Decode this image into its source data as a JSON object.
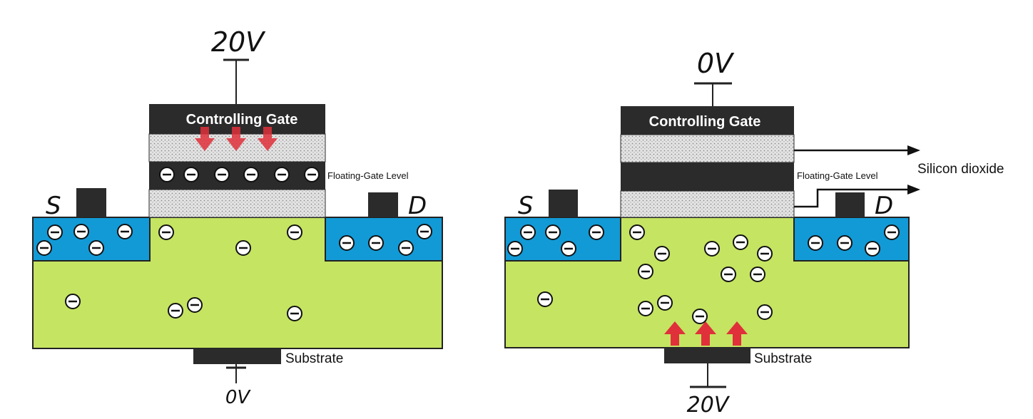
{
  "left_panel": {
    "top_voltage": "20V",
    "bottom_voltage": "0V",
    "gate_label": "Controlling Gate",
    "floating_gate_label": "Floating-Gate Level",
    "substrate_label": "Substrate",
    "source_label": "S",
    "drain_label": "D",
    "arrow_direction": "down",
    "arrow_color": "#e0303a"
  },
  "right_panel": {
    "top_voltage": "0V",
    "bottom_voltage": "20V",
    "gate_label": "Controlling Gate",
    "floating_gate_label": "Floating-Gate Level",
    "substrate_label": "Substrate",
    "silicon_dioxide_label": "Silicon dioxide",
    "source_label": "S",
    "drain_label": "D",
    "arrow_direction": "up",
    "arrow_color": "#e0303a"
  },
  "colors": {
    "substrate_green": "#c5e462",
    "doped_blue": "#129ad6",
    "gate_dark": "#2b2b2b",
    "oxide_grey": "#d6d6d6",
    "electron_fill": "#ffffff"
  },
  "icons": {
    "electron": "circled-minus",
    "arrow": "thick-arrow"
  }
}
